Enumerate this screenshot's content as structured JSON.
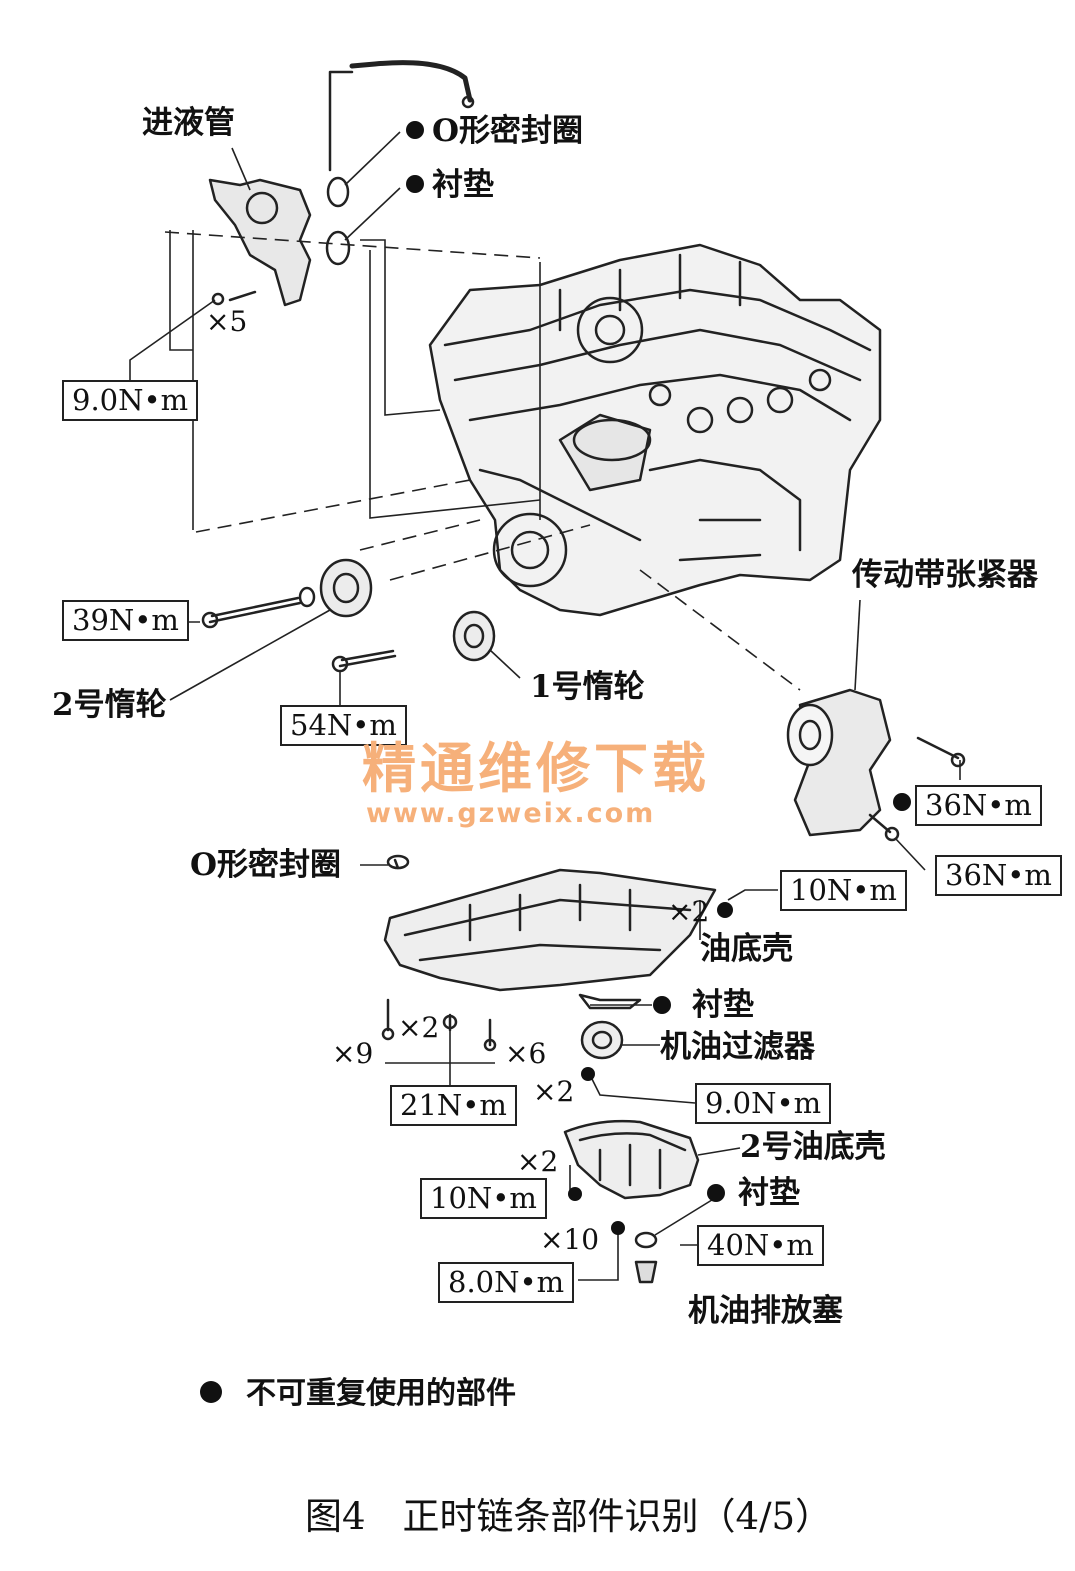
{
  "labels": {
    "inlet_pipe": "进液管",
    "o_ring_top": "O形密封圈",
    "gasket_top": "衬垫",
    "idler_2": "2号惰轮",
    "idler_1": "1号惰轮",
    "belt_tensioner": "传动带张紧器",
    "o_ring_pan": "O形密封圈",
    "oil_pan": "油底壳",
    "gasket_pan": "衬垫",
    "oil_filter": "机油过滤器",
    "oil_pan_2": "2号油底壳",
    "gasket_drain": "衬垫",
    "drain_plug": "机油排放塞"
  },
  "torques": {
    "t_inlet": "9.0N•m",
    "t_idler2": "39N•m",
    "t_idler1": "54N•m",
    "t_tensioner_a": "36N•m",
    "t_tensioner_b": "36N•m",
    "t_pan_side": "10N•m",
    "t_pan_bottom": "21N•m",
    "t_filter": "9.0N•m",
    "t_pan2_side": "10N•m",
    "t_pan2_bolts": "8.0N•m",
    "t_drain": "40N•m"
  },
  "multipliers": {
    "m_inlet": "×5",
    "m_pan_side": "×2",
    "m_pan_a": "×9",
    "m_pan_b": "×2",
    "m_pan_c": "×6",
    "m_filter": "×2",
    "m_pan2_side": "×2",
    "m_pan2_bolts": "×10"
  },
  "watermark": {
    "title": "精通维修下载",
    "url": "www.gzweix.com",
    "color": "#f6b07a"
  },
  "legend": "不可重复使用的部件",
  "caption": "图4　正时链条部件识别（4/5）"
}
